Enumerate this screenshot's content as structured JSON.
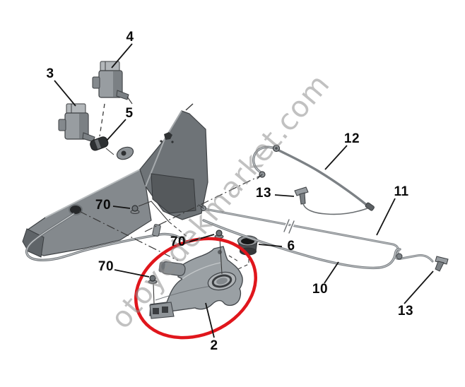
{
  "diagram": {
    "kind": "exploded-parts-diagram",
    "background_color": "#ffffff",
    "label_color": "#0b0b0b",
    "line_color": "#3a3d40",
    "part_fill_light": "#9aa0a4",
    "part_fill_mid": "#84898d",
    "part_fill_dark": "#55595c",
    "watermark": {
      "text": "otoyedekmarket.com",
      "color": "#8f8f8f",
      "opacity": 0.55,
      "rotation_deg": -50,
      "font_size": 41
    },
    "highlight": {
      "shape": "ellipse",
      "color": "#e0161c",
      "highlights_label": "2"
    },
    "labels": [
      {
        "text": "4"
      },
      {
        "text": "3"
      },
      {
        "text": "5"
      },
      {
        "text": "12"
      },
      {
        "text": "13"
      },
      {
        "text": "11"
      },
      {
        "text": "70"
      },
      {
        "text": "70"
      },
      {
        "text": "6"
      },
      {
        "text": "70"
      },
      {
        "text": "10"
      },
      {
        "text": "13"
      },
      {
        "text": "2"
      }
    ]
  }
}
